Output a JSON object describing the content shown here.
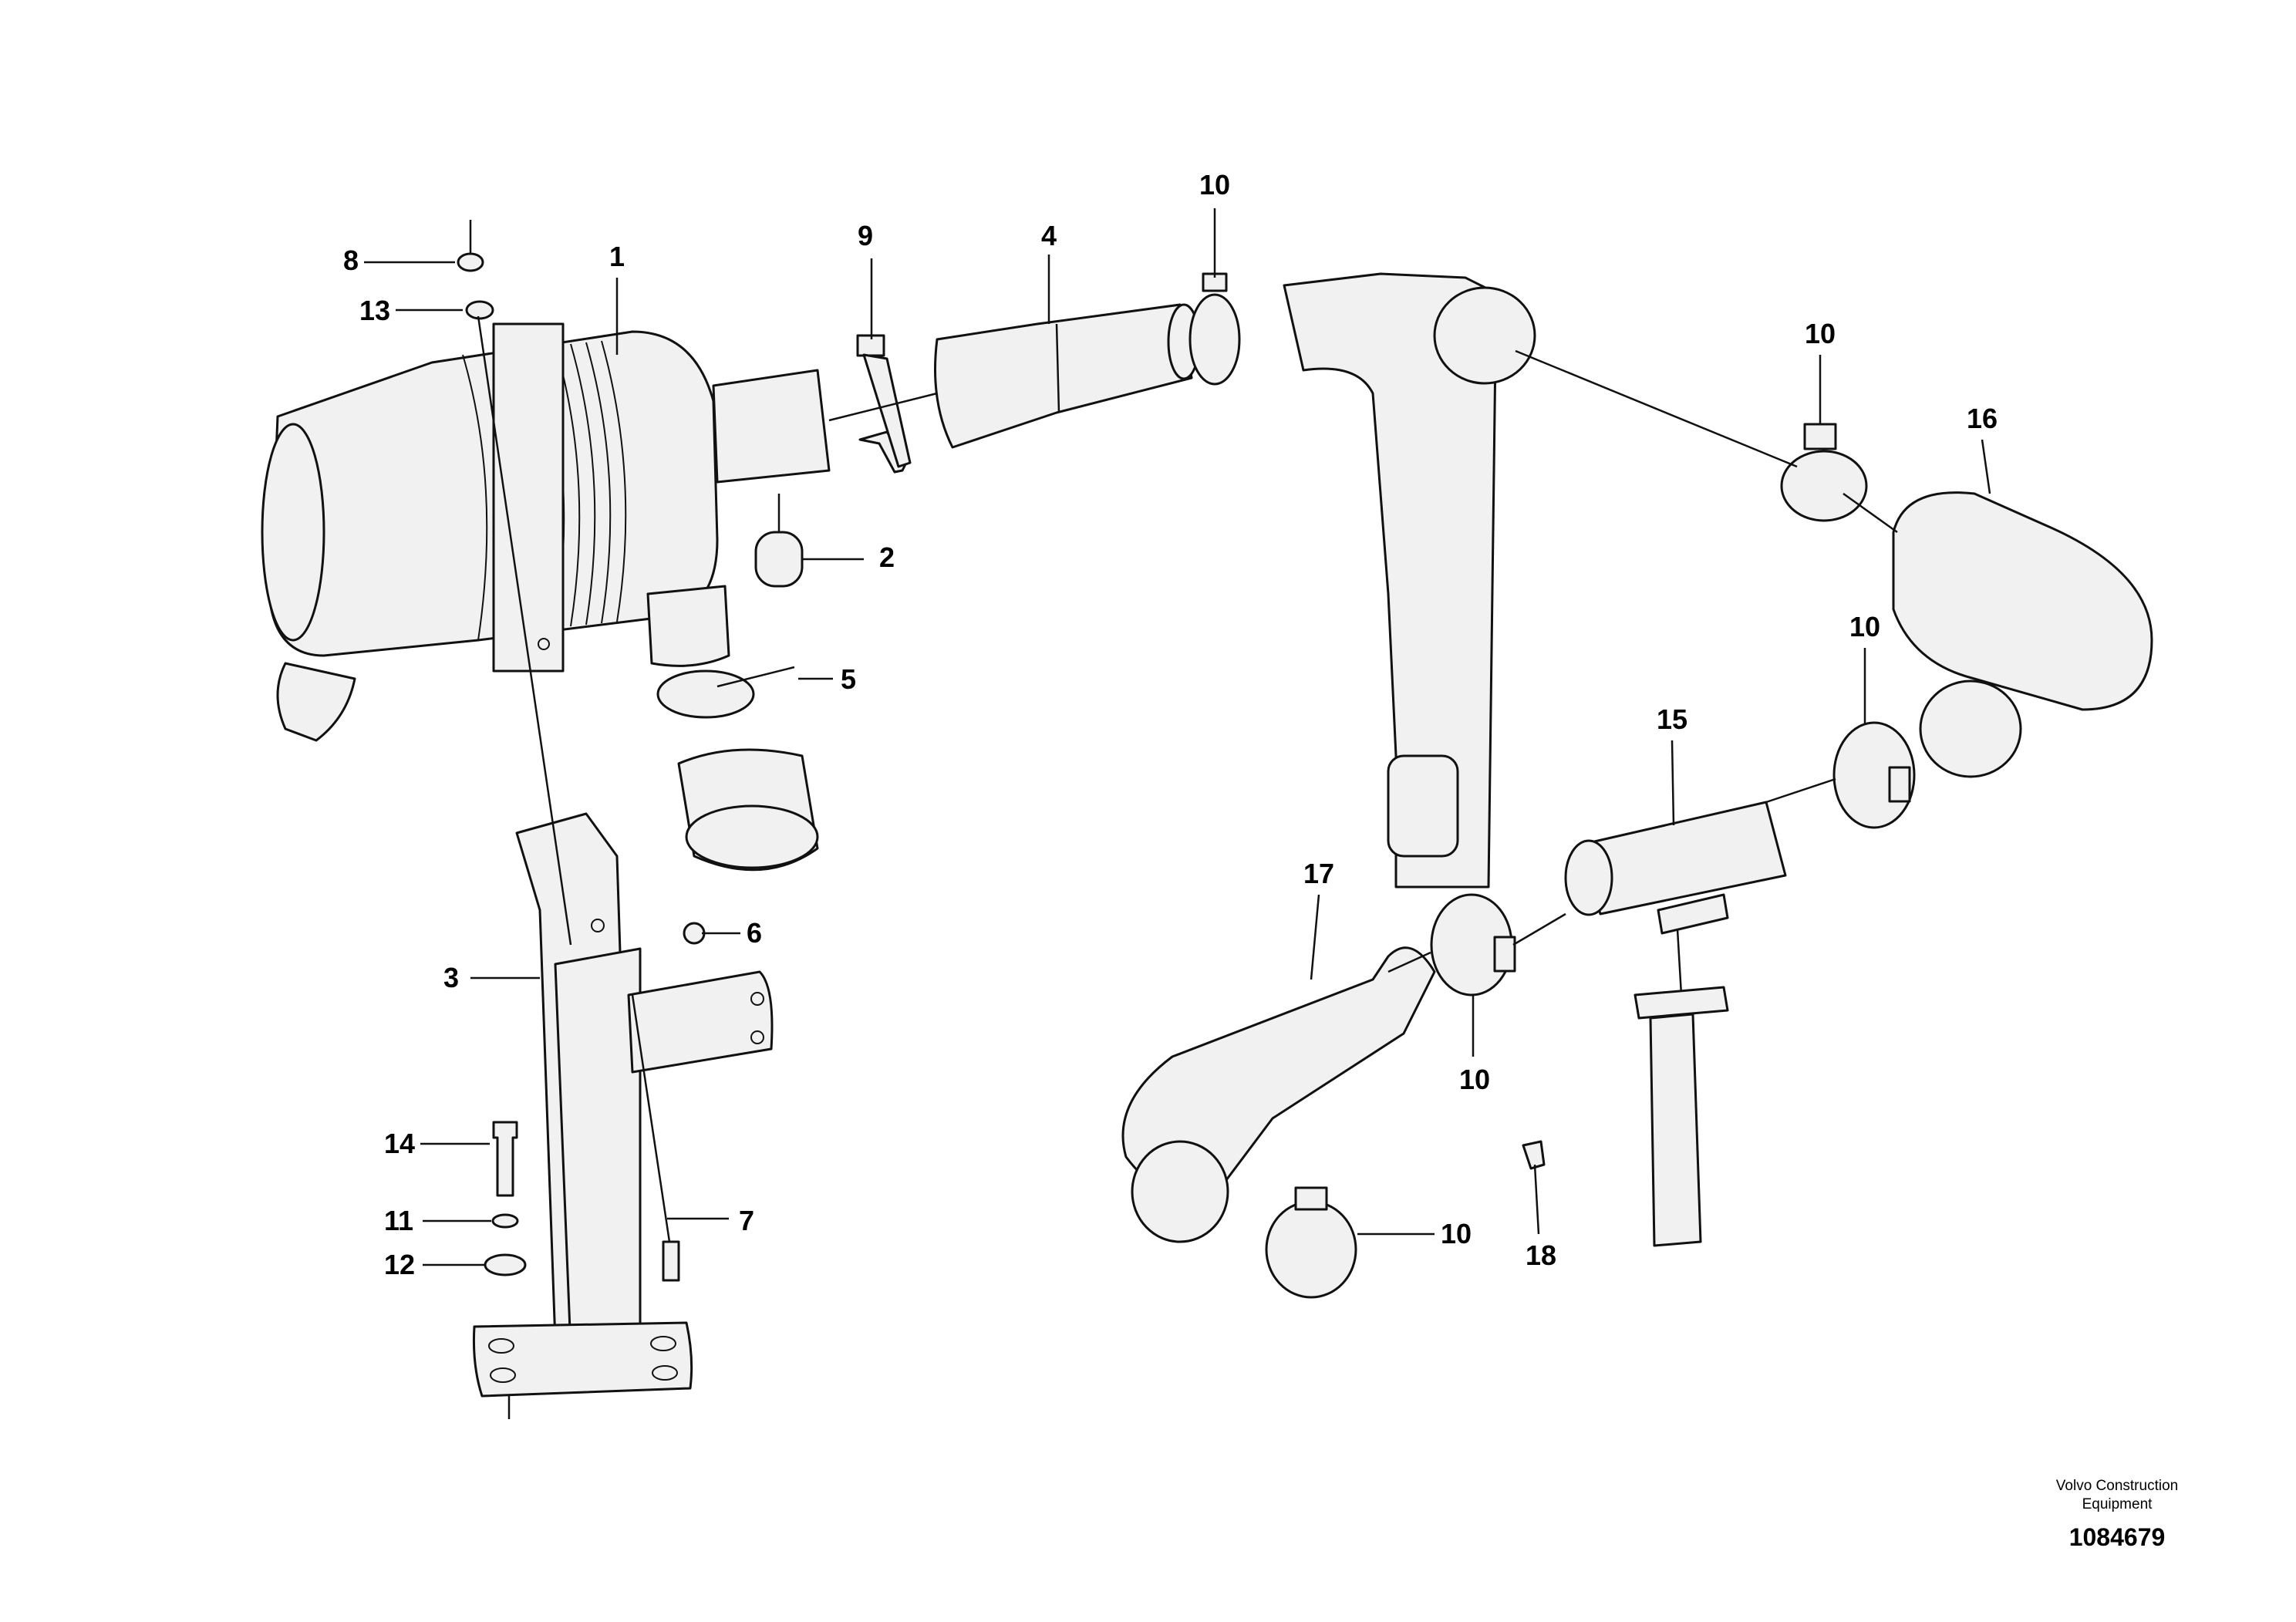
{
  "callouts": {
    "c1": "1",
    "c2": "2",
    "c3": "3",
    "c4": "4",
    "c5": "5",
    "c6": "6",
    "c7": "7",
    "c8": "8",
    "c9": "9",
    "c10a": "10",
    "c10b": "10",
    "c10c": "10",
    "c10d": "10",
    "c10e": "10",
    "c11": "11",
    "c12": "12",
    "c13": "13",
    "c14": "14",
    "c15": "15",
    "c16": "16",
    "c17": "17",
    "c18": "18"
  },
  "footer": {
    "brand_line1": "Volvo Construction",
    "brand_line2": "Equipment",
    "drawing_number": "1084679"
  }
}
